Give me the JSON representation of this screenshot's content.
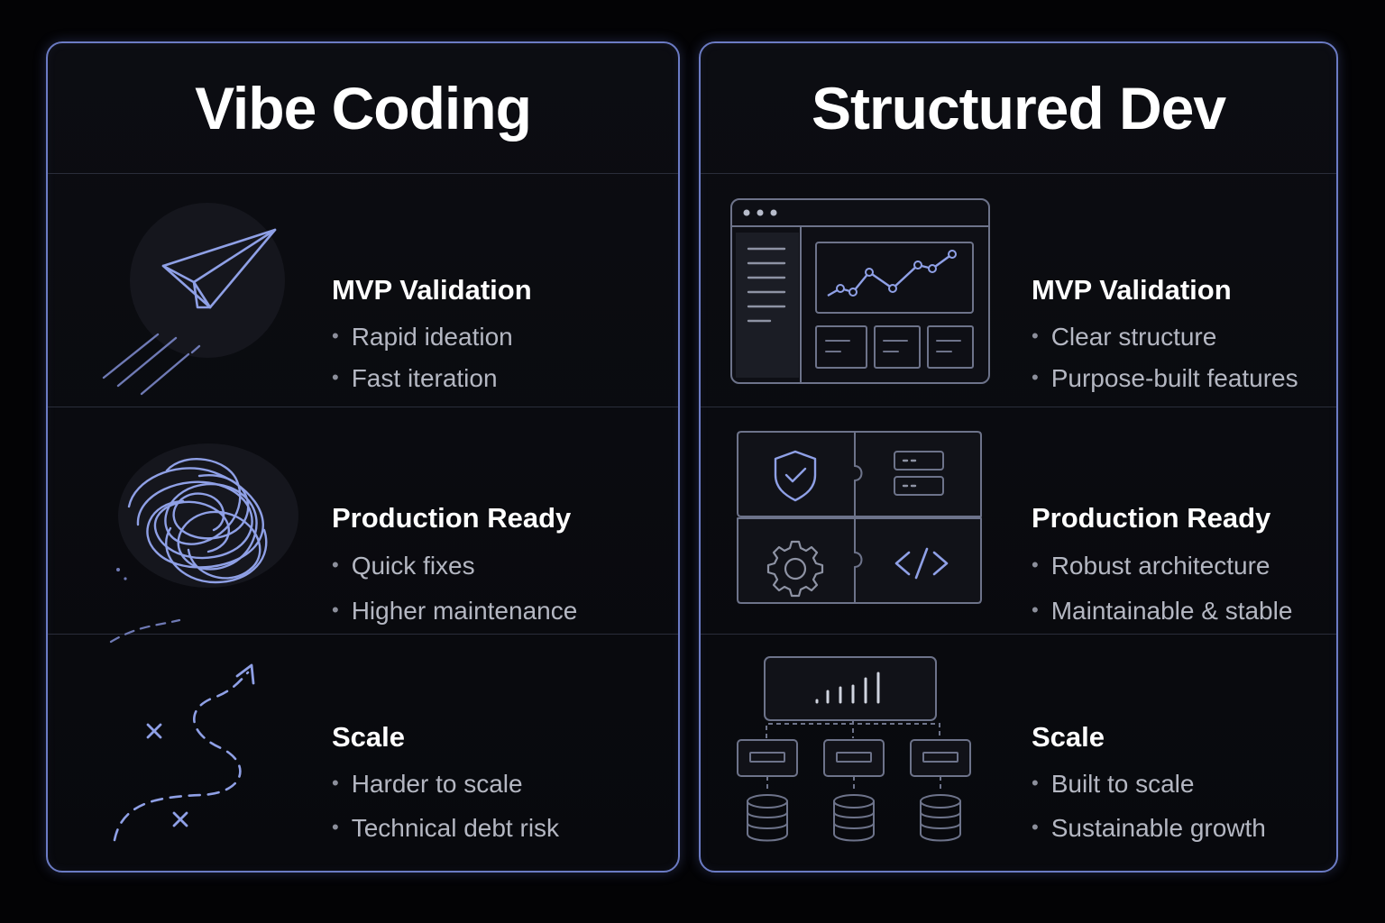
{
  "colors": {
    "background": "#030305",
    "panel_border": "#6b7bc4",
    "icon_stroke": "#8fa0e6",
    "title_text": "#ffffff",
    "bullet_text": "#b4b7c2"
  },
  "left_panel": {
    "title": "Vibe Coding",
    "rows": [
      {
        "icon": "paper-plane-icon",
        "heading": "MVP Validation",
        "bullets": [
          "Rapid ideation",
          "Fast iteration"
        ]
      },
      {
        "icon": "tangled-scribble-icon",
        "heading": "Production Ready",
        "bullets": [
          "Quick fixes",
          "Higher maintenance"
        ]
      },
      {
        "icon": "winding-path-icon",
        "heading": "Scale",
        "bullets": [
          "Harder to scale",
          "Technical debt risk"
        ]
      }
    ]
  },
  "right_panel": {
    "title": "Structured Dev",
    "rows": [
      {
        "icon": "dashboard-window-icon",
        "heading": "MVP Validation",
        "bullets": [
          "Clear structure",
          "Purpose-built features"
        ]
      },
      {
        "icon": "puzzle-modules-icon",
        "heading": "Production Ready",
        "bullets": [
          "Robust architecture",
          "Maintainable & stable"
        ]
      },
      {
        "icon": "scalable-architecture-icon",
        "heading": "Scale",
        "bullets": [
          "Built to scale",
          "Sustainable growth"
        ]
      }
    ]
  }
}
